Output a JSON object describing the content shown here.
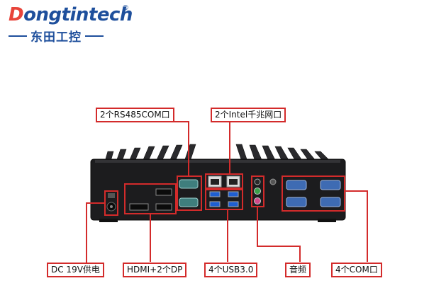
{
  "logo": {
    "word_first": "D",
    "word_rest": "ongtintech",
    "registered": "®",
    "cn": "东田工控"
  },
  "labels": {
    "rs485": "2个RS485COM口",
    "intel": "2个Intel千兆网口",
    "dc": "DC 19V供电",
    "hdmi": "HDMI+2个DP",
    "usb": "4个USB3.0",
    "audio": "音频",
    "com": "4个COM口"
  },
  "colors": {
    "accent": "#d32b2b",
    "brand_blue": "#1e4f9c",
    "chassis": "#1c1c1e"
  }
}
